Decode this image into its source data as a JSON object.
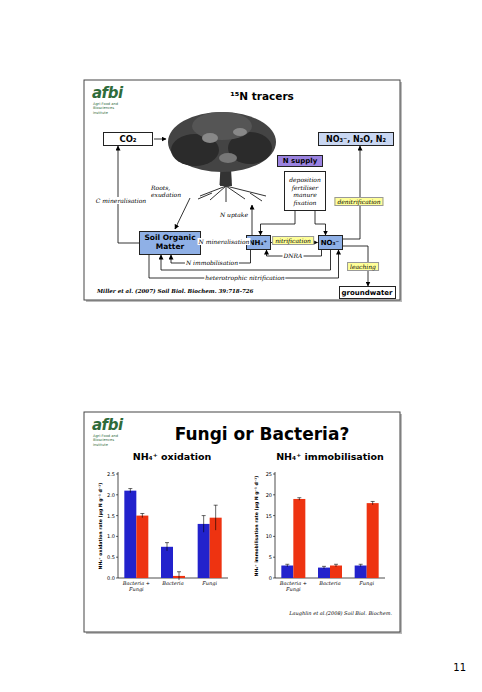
{
  "diagram": {
    "nodes": [
      {
        "text": [
          "CO₂"
        ]
      },
      {
        "text": [
          "NO₃⁻, N₂O, N₂"
        ]
      },
      {
        "text": [
          "N supply"
        ]
      },
      {
        "text": [
          "deposition fertiliser manure fixation"
        ]
      },
      {
        "text": [
          "Soil Organic Matter"
        ]
      },
      {
        "text": [
          "NH₄⁺"
        ]
      },
      {
        "text": [
          "NO₃⁻"
        ]
      },
      {
        "text": [
          "groundwater"
        ]
      }
    ],
    "edges": [
      {
        "from": 4,
        "to": 0,
        "arrow": "to",
        "label": "C mineralisation"
      },
      {
        "from": 6,
        "to": 1,
        "arrow": "to",
        "label": "denitrification"
      },
      {
        "from": 3,
        "to": 5,
        "arrow": "to"
      },
      {
        "from": 3,
        "to": 6,
        "arrow": "to"
      },
      {
        "from": 4,
        "to": 5,
        "arrow": "to",
        "label": "N mineralisation"
      },
      {
        "from": 5,
        "to": 6,
        "arrow": "to",
        "label": "nitrification"
      },
      {
        "from": 6,
        "to": 5,
        "arrow": "to",
        "label": "DNRA"
      },
      {
        "from": 5,
        "to": 4,
        "arrow": "to",
        "label": "N immobilisation"
      },
      {
        "from": 6,
        "to": 4,
        "arrow": "to"
      },
      {
        "from": 4,
        "to": 6,
        "arrow": "to",
        "label": "heterotrophic nitrification"
      },
      {
        "from": 6,
        "to": 7,
        "arrow": "to",
        "label": "leaching"
      }
    ],
    "labels": [
      "afbi",
      "Agri-Food and Biosciences Institute",
      "¹⁵N tracers",
      "Roots, exudation",
      "N uptake",
      "Miller et al. (2007) Soil Biol. Biochem. 39:718-726",
      "afbi",
      "Agri-Food and Biosciences Institute",
      "Fungi or Bacteria?",
      "NH₄⁺ oxidation",
      "NH₄⁺ immobilisation",
      "0.0",
      "0.5",
      "1.0",
      "1.5",
      "2.0",
      "2.5",
      "NH₄⁺ oxidation rate (μg N g⁻¹ d⁻¹)",
      "Bacteria + Fungi",
      "Bacteria",
      "Fungi",
      "0",
      "5",
      "10",
      "15",
      "20",
      "25",
      "NH₄⁺ immobilisation rate (μg N g⁻¹ d⁻¹)",
      "Bacteria + Fungi",
      "Bacteria",
      "Fungi",
      "Laughlin et al.(2008) Soil Biol. Biochem.",
      "11"
    ]
  }
}
